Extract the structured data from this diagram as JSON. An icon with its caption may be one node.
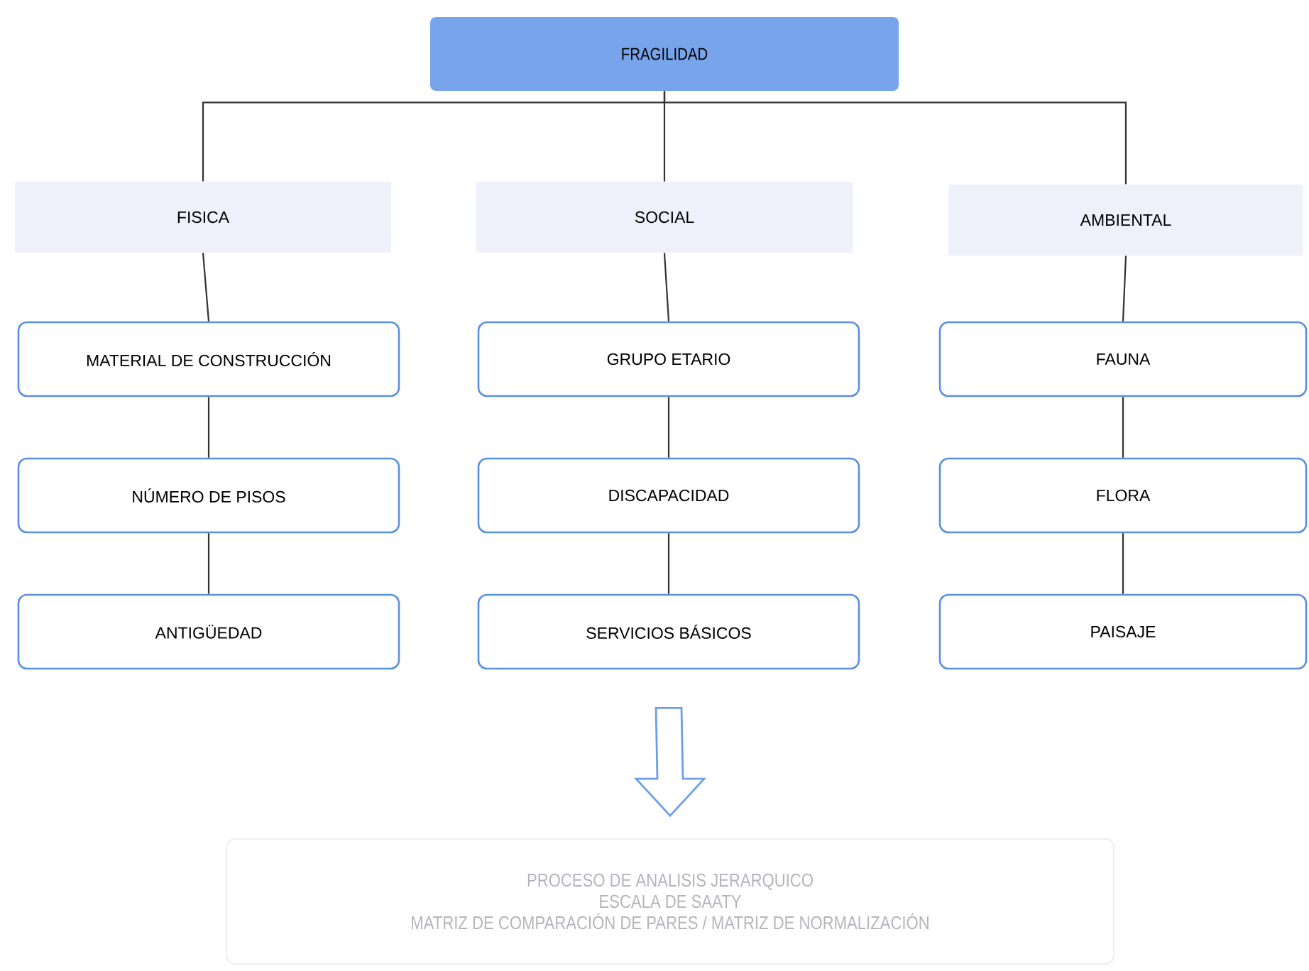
{
  "diagram": {
    "nodes": [
      {
        "text": [
          "FRAGILIDAD"
        ]
      },
      {
        "text": [
          "FISICA"
        ]
      },
      {
        "text": [
          "SOCIAL"
        ]
      },
      {
        "text": [
          "AMBIENTAL"
        ]
      },
      {
        "text": [
          "MATERIAL DE CONSTRUCCIÓN"
        ]
      },
      {
        "text": [
          "NÚMERO DE PISOS"
        ]
      },
      {
        "text": [
          "ANTIGÜEDAD"
        ]
      },
      {
        "text": [
          "GRUPO ETARIO"
        ]
      },
      {
        "text": [
          "DISCAPACIDAD"
        ]
      },
      {
        "text": [
          "SERVICIOS BÁSICOS"
        ]
      },
      {
        "text": [
          "FAUNA"
        ]
      },
      {
        "text": [
          "FLORA"
        ]
      },
      {
        "text": [
          "PAISAJE"
        ]
      },
      {
        "text": [
          "PROCESO DE ANALISIS JERARQUICO",
          "ESCALA DE SAATY",
          "MATRIZ DE COMPARACIÓN DE PARES / MATRIZ DE NORMALIZACIÓN"
        ]
      }
    ],
    "edges": [
      {
        "from": 0,
        "to": 1,
        "arrow": "none"
      },
      {
        "from": 0,
        "to": 2,
        "arrow": "none"
      },
      {
        "from": 0,
        "to": 3,
        "arrow": "none"
      },
      {
        "from": 1,
        "to": 4,
        "arrow": "none"
      },
      {
        "from": 4,
        "to": 5,
        "arrow": "none"
      },
      {
        "from": 5,
        "to": 6,
        "arrow": "none"
      },
      {
        "from": 2,
        "to": 7,
        "arrow": "none"
      },
      {
        "from": 7,
        "to": 8,
        "arrow": "none"
      },
      {
        "from": 8,
        "to": 9,
        "arrow": "none"
      },
      {
        "from": 3,
        "to": 10,
        "arrow": "none"
      },
      {
        "from": 10,
        "to": 11,
        "arrow": "none"
      },
      {
        "from": 11,
        "to": 12,
        "arrow": "none"
      },
      {
        "from": 9,
        "to": 13,
        "arrow": "to",
        "style": "thick",
        "color": "#6d9eeb"
      }
    ]
  }
}
